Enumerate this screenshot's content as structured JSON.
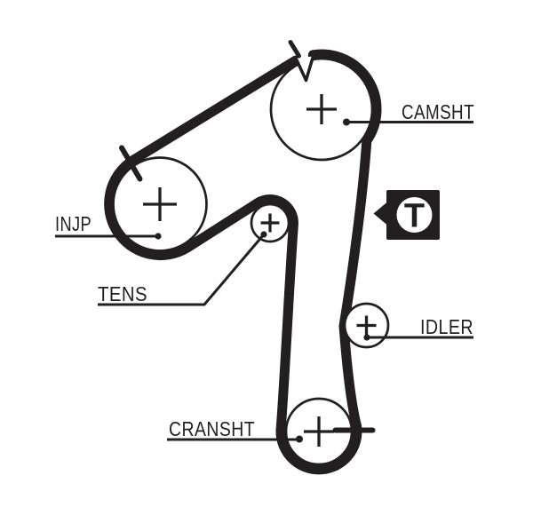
{
  "diagram": {
    "title": "timing-belt-routing-diagram",
    "labels": {
      "injp": "INJP",
      "camsht": "CAMSHT",
      "tens": "TENS",
      "idler": "IDLER",
      "cransht": "CRANSHT"
    },
    "tensioner_marker": {
      "letter": "T"
    }
  },
  "colors": {
    "ink": "#231f20",
    "background": "#ffffff"
  }
}
